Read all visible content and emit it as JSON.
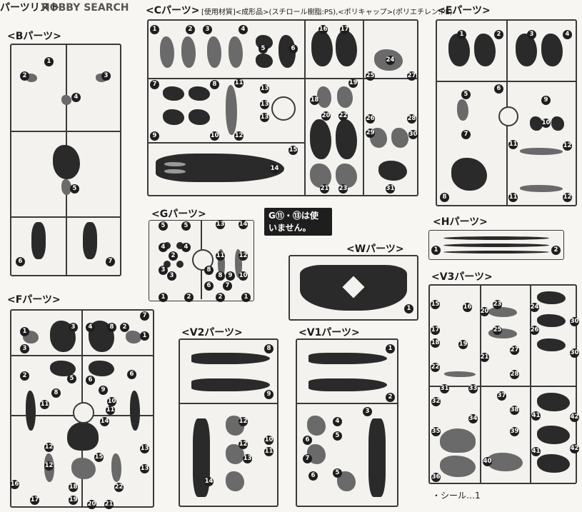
{
  "header": {
    "title": "パーツリスト",
    "watermark": "HOBBY SEARCH",
    "materials_note": "[使用材質]<成形品>(スチロール樹脂:PS),<ポリキャップ>(ポリエチレン:PE)"
  },
  "sections": {
    "B": "<Bパーツ>",
    "C": "<Cパーツ>",
    "E": "<Eパーツ>",
    "G": "<Gパーツ>",
    "H": "<Hパーツ>",
    "W": "<Wパーツ>",
    "F": "<Fパーツ>",
    "V2": "<V2パーツ>",
    "V1": "<V1パーツ>",
    "V3": "<V3パーツ>"
  },
  "note": {
    "line1": "G⑪・⑬は使",
    "line2": "いません。"
  },
  "footer": "・シール…1",
  "numbers": {
    "b": [
      "1",
      "2",
      "3",
      "4",
      "5",
      "6",
      "7"
    ],
    "c": [
      "1",
      "2",
      "3",
      "4",
      "5",
      "6",
      "16",
      "17",
      "24",
      "7",
      "8",
      "11",
      "18",
      "19",
      "25",
      "27",
      "13",
      "13",
      "13",
      "26",
      "28",
      "9",
      "10",
      "12",
      "20",
      "22",
      "29",
      "30",
      "15",
      "14",
      "21",
      "23",
      "31"
    ],
    "e": [
      "1",
      "2",
      "3",
      "4",
      "5",
      "6",
      "9",
      "7",
      "10",
      "11",
      "12",
      "8",
      "11",
      "12"
    ],
    "g": [
      "5",
      "5",
      "13",
      "14",
      "4",
      "4",
      "2",
      "11",
      "12",
      "8",
      "3",
      "3",
      "8",
      "9",
      "10",
      "6",
      "7",
      "1",
      "2",
      "2",
      "1"
    ],
    "h": [
      "1",
      "2"
    ],
    "w": [
      "1"
    ],
    "f": [
      "7",
      "1",
      "3",
      "8",
      "4",
      "2",
      "3",
      "1",
      "2",
      "5",
      "6",
      "6",
      "8",
      "9",
      "10",
      "11",
      "11",
      "14",
      "12",
      "15",
      "13",
      "12",
      "13",
      "16",
      "17",
      "18",
      "19",
      "20",
      "21",
      "22"
    ],
    "v2": [
      "8",
      "9",
      "12",
      "10",
      "12",
      "11",
      "13",
      "14"
    ],
    "v1": [
      "1",
      "2",
      "3",
      "4",
      "5",
      "6",
      "7",
      "5",
      "6"
    ],
    "v3": [
      "15",
      "16",
      "20",
      "23",
      "24",
      "17",
      "25",
      "26",
      "30",
      "18",
      "19",
      "27",
      "30",
      "21",
      "22",
      "28",
      "31",
      "33",
      "37",
      "32",
      "34",
      "38",
      "41",
      "42",
      "35",
      "39",
      "41",
      "42",
      "36",
      "40"
    ]
  }
}
